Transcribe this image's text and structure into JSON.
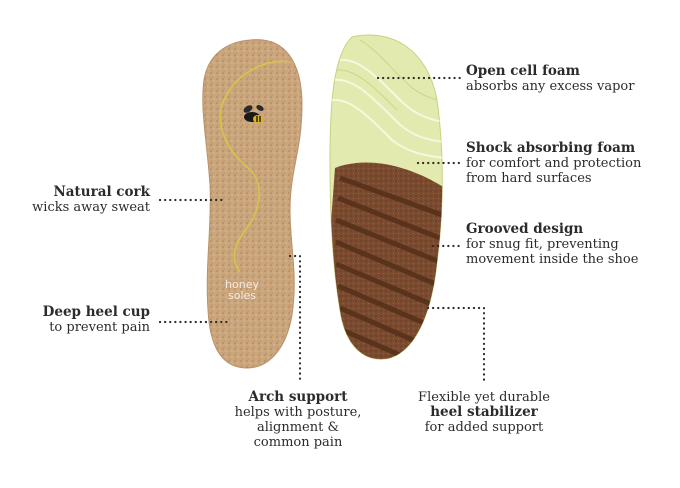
{
  "insole_brand": [
    "honey",
    "soles"
  ],
  "callouts": {
    "open_cell": {
      "title": "Open cell foam",
      "lines": [
        "absorbs any excess vapor"
      ]
    },
    "shock": {
      "title": "Shock absorbing foam",
      "lines": [
        "for comfort and protection",
        "from hard surfaces"
      ]
    },
    "grooved": {
      "title": "Grooved design",
      "lines": [
        "for snug fit, preventing",
        "movement inside the shoe"
      ]
    },
    "cork": {
      "title": "Natural cork",
      "lines": [
        "wicks away sweat"
      ]
    },
    "heel_cup": {
      "title": "Deep heel cup",
      "lines": [
        "to prevent pain"
      ]
    },
    "arch": {
      "title": "Arch support",
      "lines": [
        "helps with posture,",
        "alignment &",
        "common pain"
      ]
    },
    "stabilizer": {
      "pre": "Flexible yet durable",
      "title": "heel stabilizer",
      "post": "for added support"
    }
  },
  "colors": {
    "cork": "#c9a27a",
    "foam": "#dfe7a8",
    "rubber": "#7a4a2e",
    "dots": "#2b2b2b"
  }
}
